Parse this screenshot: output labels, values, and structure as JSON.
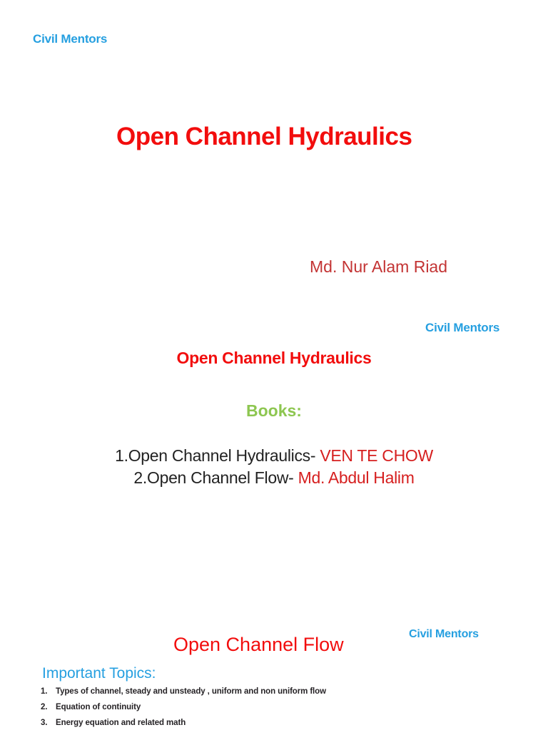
{
  "colors": {
    "brand-blue": "#259fe0",
    "title-red": "#f20d0d",
    "name-red": "#c33434",
    "accent-red": "#d61f1f",
    "book-green": "#8dc650",
    "body-black": "#222222",
    "topic-black": "#262326",
    "page-bg": "#ffffff"
  },
  "slide1": {
    "brand": "Civil Mentors",
    "title": "Open Channel Hydraulics",
    "author": "Md. Nur Alam Riad"
  },
  "slide2": {
    "brand": "Civil Mentors",
    "heading": "Open Channel Hydraulics",
    "books_label": "Books:",
    "items": [
      {
        "number": "1.",
        "text": "Open Channel Hydraulics- ",
        "highlight": "VEN TE CHOW"
      },
      {
        "number": "2.",
        "text": "Open Channel Flow- ",
        "highlight": "Md. Abdul Halim"
      }
    ]
  },
  "slide3": {
    "brand": "Civil Mentors",
    "heading": "Open Channel Flow",
    "subheading": "Important Topics:",
    "topics": [
      {
        "number": "1.",
        "text": "Types of channel, steady and unsteady , uniform and non uniform flow"
      },
      {
        "number": "2.",
        "text": "Equation of continuity"
      },
      {
        "number": "3.",
        "text": "Energy equation and related math"
      }
    ]
  }
}
